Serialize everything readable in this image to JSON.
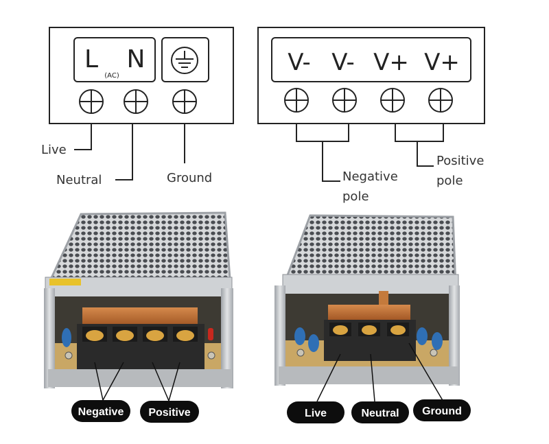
{
  "ac_terminals": {
    "live_letter": "L",
    "neutral_letter": "N",
    "ac_note": "(AC)",
    "live_label": "Live",
    "neutral_label": "Neutral",
    "ground_label": "Ground"
  },
  "dc_terminals": {
    "neg1": "V-",
    "neg2": "V-",
    "pos1": "V+",
    "pos2": "V+",
    "negative_line1": "Negative",
    "negative_line2": "pole",
    "positive_line1": "Positive",
    "positive_line2": "pole"
  },
  "photo_labels": {
    "negative": "Negative",
    "positive": "Positive",
    "live": "Live",
    "neutral": "Neutral",
    "ground": "Ground"
  },
  "colors": {
    "line": "#222222",
    "case": "#c6c8ca",
    "terminal_block": "#2a2a2a",
    "copper_cover": "#b8642c",
    "screw_brass": "#d9a441",
    "pill_bg": "#0d0d0d",
    "pill_text": "#ffffff",
    "capacitor": "#2f6fb5"
  }
}
